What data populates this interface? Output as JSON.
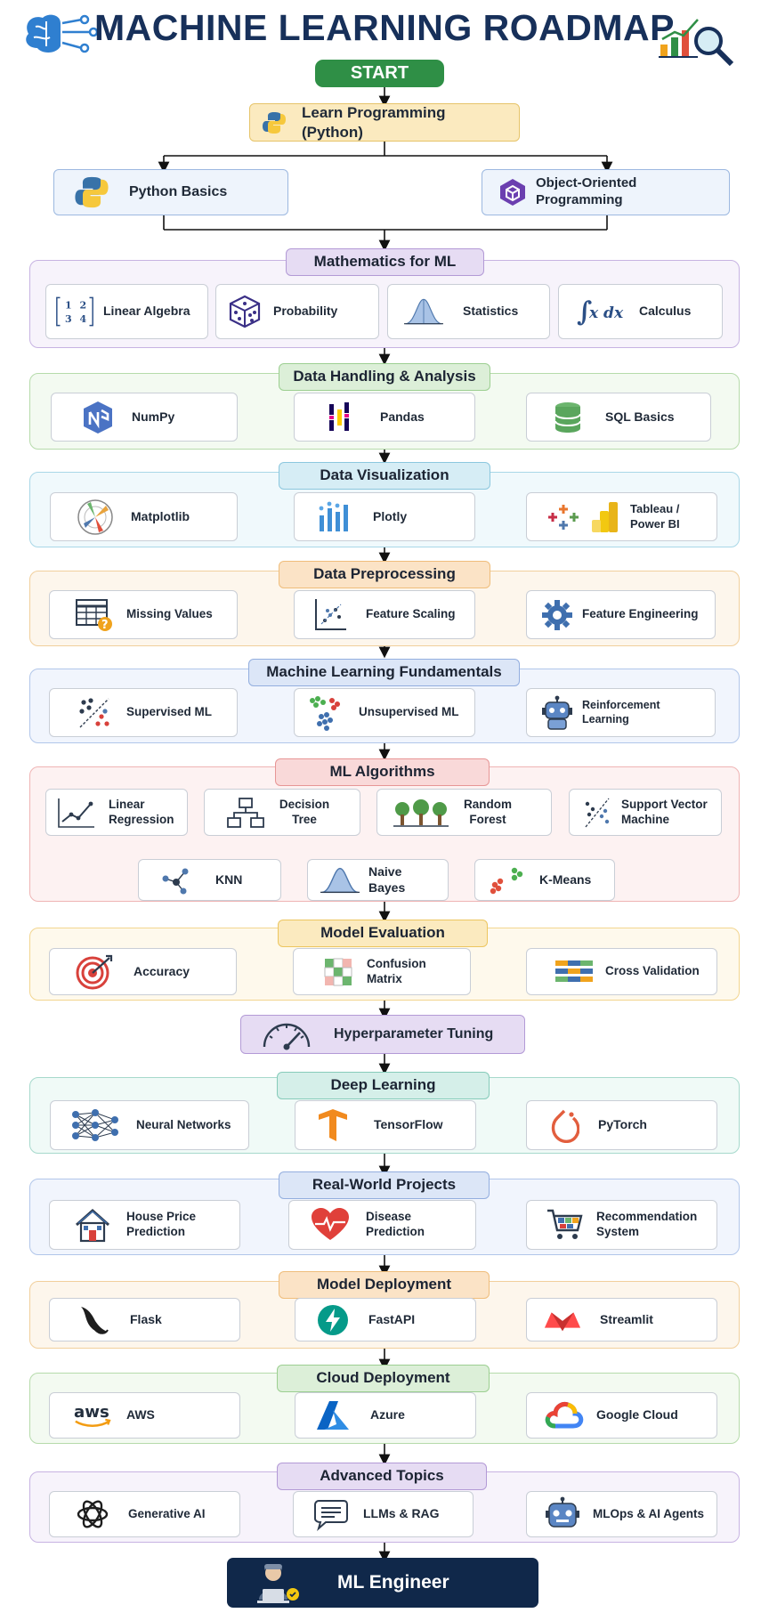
{
  "title": "MACHINE LEARNING ROADMAP",
  "start": "START",
  "learn_programming": "Learn Programming (Python)",
  "python_basics": "Python Basics",
  "oop": "Object-Oriented Programming",
  "sections": {
    "math": {
      "title": "Mathematics for ML",
      "items": [
        "Linear Algebra",
        "Probability",
        "Statistics",
        "Calculus"
      ]
    },
    "data_handling": {
      "title": "Data Handling & Analysis",
      "items": [
        "NumPy",
        "Pandas",
        "SQL Basics"
      ]
    },
    "visualization": {
      "title": "Data Visualization",
      "items": [
        "Matplotlib",
        "Plotly",
        "Tableau / Power BI"
      ]
    },
    "preprocessing": {
      "title": "Data Preprocessing",
      "items": [
        "Missing Values",
        "Feature Scaling",
        "Feature Engineering"
      ]
    },
    "ml_fundamentals": {
      "title": "Machine Learning Fundamentals",
      "items": [
        "Supervised ML",
        "Unsupervised ML",
        "Reinforcement Learning"
      ]
    },
    "algorithms": {
      "title": "ML Algorithms",
      "items": [
        "Linear Regression",
        "Decision Tree",
        "Random Forest",
        "Support Vector Machine",
        "KNN",
        "Naive Bayes",
        "K-Means"
      ]
    },
    "evaluation": {
      "title": "Model Evaluation",
      "items": [
        "Accuracy",
        "Confusion Matrix",
        "Cross Validation"
      ]
    },
    "deep_learning": {
      "title": "Deep Learning",
      "items": [
        "Neural Networks",
        "TensorFlow",
        "PyTorch"
      ]
    },
    "projects": {
      "title": "Real-World Projects",
      "items": [
        "House Price Prediction",
        "Disease Prediction",
        "Recommendation System"
      ]
    },
    "deployment": {
      "title": "Model Deployment",
      "items": [
        "Flask",
        "FastAPI",
        "Streamlit"
      ]
    },
    "cloud": {
      "title": "Cloud Deployment",
      "items": [
        "AWS",
        "Azure",
        "Google Cloud"
      ]
    },
    "advanced": {
      "title": "Advanced Topics",
      "items": [
        "Generative AI",
        "LLMs & RAG",
        "MLOps & AI Agents"
      ]
    }
  },
  "hyperparameter": "Hyperparameter Tuning",
  "final": "ML Engineer",
  "colors": {
    "purple": "#e6dcf3",
    "green": "#dcefd8",
    "blue": "#d6edf5",
    "orange": "#fbe3c6",
    "indigo": "#dce6f7",
    "red": "#f9d9d9",
    "yellow": "#fbeabf",
    "teal": "#d5efe9",
    "navy": "#10284a",
    "start": "#2f8f46"
  }
}
